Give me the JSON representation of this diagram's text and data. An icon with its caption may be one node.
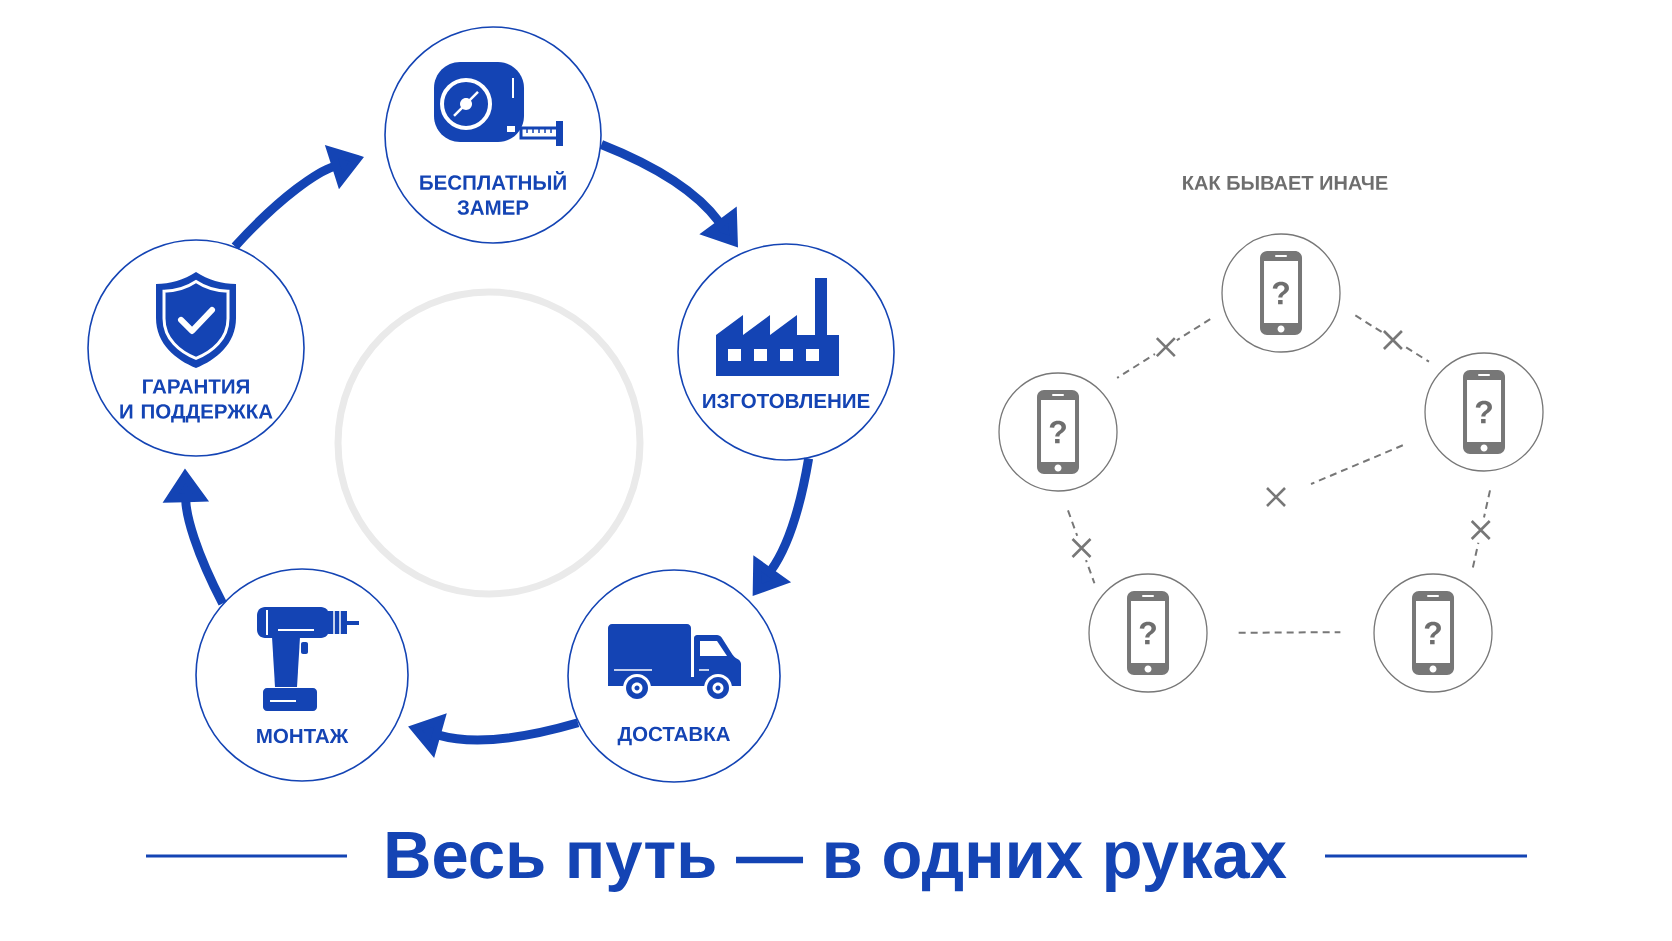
{
  "diagram": {
    "title": "Весь путь — в одних руках",
    "nodes": [
      {
        "text": [
          "БЕСПЛАТНЫЙ ЗАМЕР"
        ]
      },
      {
        "text": [
          "ИЗГОТОВЛЕНИЕ"
        ]
      },
      {
        "text": [
          "ДОСТАВКА"
        ]
      },
      {
        "text": [
          "МОНТАЖ"
        ]
      },
      {
        "text": [
          "ГАРАНТИЯ И ПОДДЕРЖКА"
        ]
      },
      {
        "text": [],
        "shape": "circle"
      },
      {
        "text": [
          "?"
        ]
      },
      {
        "text": [
          "?"
        ]
      },
      {
        "text": [
          "?"
        ]
      },
      {
        "text": [
          "?"
        ]
      },
      {
        "text": [
          "?"
        ]
      }
    ],
    "edges": [
      {
        "from": 0,
        "to": 1,
        "arrow": "to",
        "style": "thick",
        "color": "#1444b4"
      },
      {
        "from": 1,
        "to": 2,
        "arrow": "to",
        "style": "thick",
        "color": "#1444b4"
      },
      {
        "from": 2,
        "to": 3,
        "arrow": "to",
        "style": "thick",
        "color": "#1444b4"
      },
      {
        "from": 3,
        "to": 4,
        "arrow": "to",
        "style": "thick",
        "color": "#1444b4"
      },
      {
        "from": 4,
        "to": 0,
        "arrow": "to",
        "style": "thick",
        "color": "#1444b4"
      },
      {
        "from": 6,
        "to": 7,
        "arrow": "none",
        "style": "dashed"
      },
      {
        "from": 6,
        "to": 8,
        "arrow": "none",
        "style": "dashed"
      },
      {
        "from": 8,
        "to": null,
        "arrow": "none",
        "style": "dashed"
      },
      {
        "from": 8,
        "to": 10,
        "arrow": "none",
        "style": "dashed"
      },
      {
        "from": 7,
        "to": 9,
        "arrow": "none",
        "style": "dashed"
      },
      {
        "from": 9,
        "to": 10,
        "arrow": "none",
        "style": "dashed"
      }
    ],
    "labels": [
      "КАК БЫВАЕТ ИНАЧЕ"
    ]
  }
}
